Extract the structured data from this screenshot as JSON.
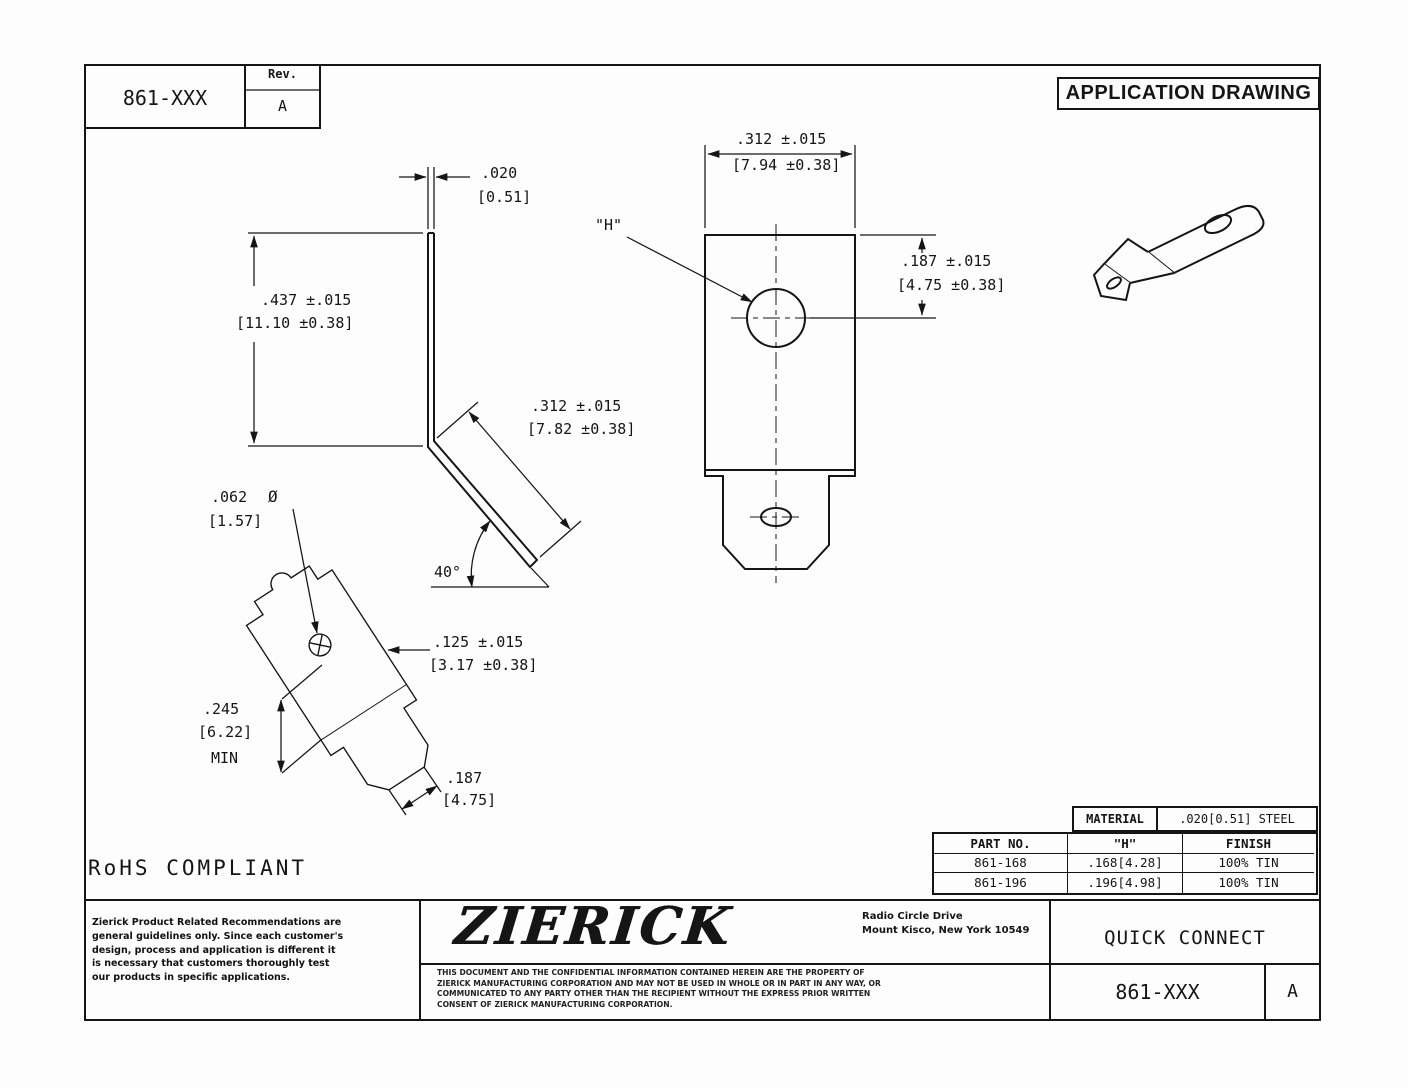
{
  "header": {
    "part_no": "861-XXX",
    "rev_label": "Rev.",
    "rev": "A",
    "title": "APPLICATION DRAWING"
  },
  "side_view": {
    "thickness": ".020",
    "thickness_mm": "[0.51]",
    "height": ".437 ±.015",
    "height_mm": "[11.10 ±0.38]",
    "tab_length": ".312 ±.015",
    "tab_length_mm": "[7.82 ±0.38]",
    "bend_angle": "40°"
  },
  "front_view": {
    "hole_label": "\"H\"",
    "width": ".312 ±.015",
    "width_mm": "[7.94 ±0.38]",
    "hole_offset": ".187 ±.015",
    "hole_offset_mm": "[4.75 ±0.38]"
  },
  "flat_view": {
    "dimple_dia": ".062",
    "dia_symbol": "Ø",
    "dimple_dia_mm": "[1.57]",
    "offset": ".125 ±.015",
    "offset_mm": "[3.17 ±0.38]",
    "min_width": ".245",
    "min_width_mm": "[6.22]",
    "min_label": "MIN",
    "tab_width": ".187",
    "tab_width_mm": "[4.75]"
  },
  "rohs": "RoHS COMPLIANT",
  "material_table": {
    "label": "MATERIAL",
    "value": ".020[0.51] STEEL"
  },
  "part_table": {
    "headers": [
      "PART NO.",
      "\"H\"",
      "FINISH"
    ],
    "rows": [
      [
        "861-168",
        ".168[4.28]",
        "100% TIN"
      ],
      [
        "861-196",
        ".196[4.98]",
        "100% TIN"
      ]
    ]
  },
  "title_block": {
    "disclaimer": "Zierick Product Related Recommendations are general guidelines only. Since each customer's design, process and application is different it is necessary that customers thoroughly test our products in specific applications.",
    "logo": "ZIERICK",
    "address_line1": "Radio Circle Drive",
    "address_line2": "Mount Kisco, New York 10549",
    "legal": "THIS DOCUMENT AND THE CONFIDENTIAL INFORMATION CONTAINED HEREIN ARE THE PROPERTY OF ZIERICK MANUFACTURING CORPORATION AND MAY NOT BE USED IN WHOLE OR IN PART IN ANY WAY, OR COMMUNICATED TO ANY PARTY OTHER THAN THE RECIPIENT WITHOUT THE EXPRESS PRIOR WRITTEN CONSENT OF ZIERICK MANUFACTURING CORPORATION.",
    "product": "QUICK CONNECT",
    "part_no": "861-XXX",
    "rev": "A"
  }
}
